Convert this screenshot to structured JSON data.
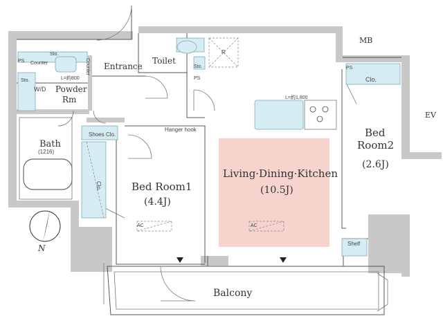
{
  "rooms": {
    "entrance": "Entrance",
    "toilet": "Toilet",
    "powder": "Powder",
    "powder2": "Rm",
    "bath": "Bath",
    "bath_size": "(1216)",
    "shoes": "Shoes Clo.",
    "hanger": "Hanger hook",
    "bedroom1": "Bed Room1",
    "bedroom1_size": "(4.4J)",
    "ldk": "Living·Dining·Kitchen",
    "ldk_size": "(10.5J)",
    "bedroom2a": "Bed",
    "bedroom2b": "Room2",
    "bedroom2_size": "(2.6J)",
    "balcony": "Balcony",
    "mb": "MB",
    "ev": "EV",
    "shelf": "Shelf",
    "clo": "Clo.",
    "clo2": "Clo.",
    "ps1": "PS",
    "ps2": "PS",
    "ps3": "PS",
    "sto1": "Sto.",
    "sto2": "Sto.",
    "sto3": "Sto.",
    "counter1": "Counter",
    "counter2": "Counter",
    "wd": "W/D",
    "l1": "L=約800",
    "l2": "L=約1,800",
    "r": "R",
    "ac1": "AC",
    "ac2": "AC",
    "north": "N"
  },
  "colors": {
    "ldk_fill": "#f6d3cd",
    "wall": "#c8c8c8",
    "storage_fill": "#d6ecf3"
  }
}
